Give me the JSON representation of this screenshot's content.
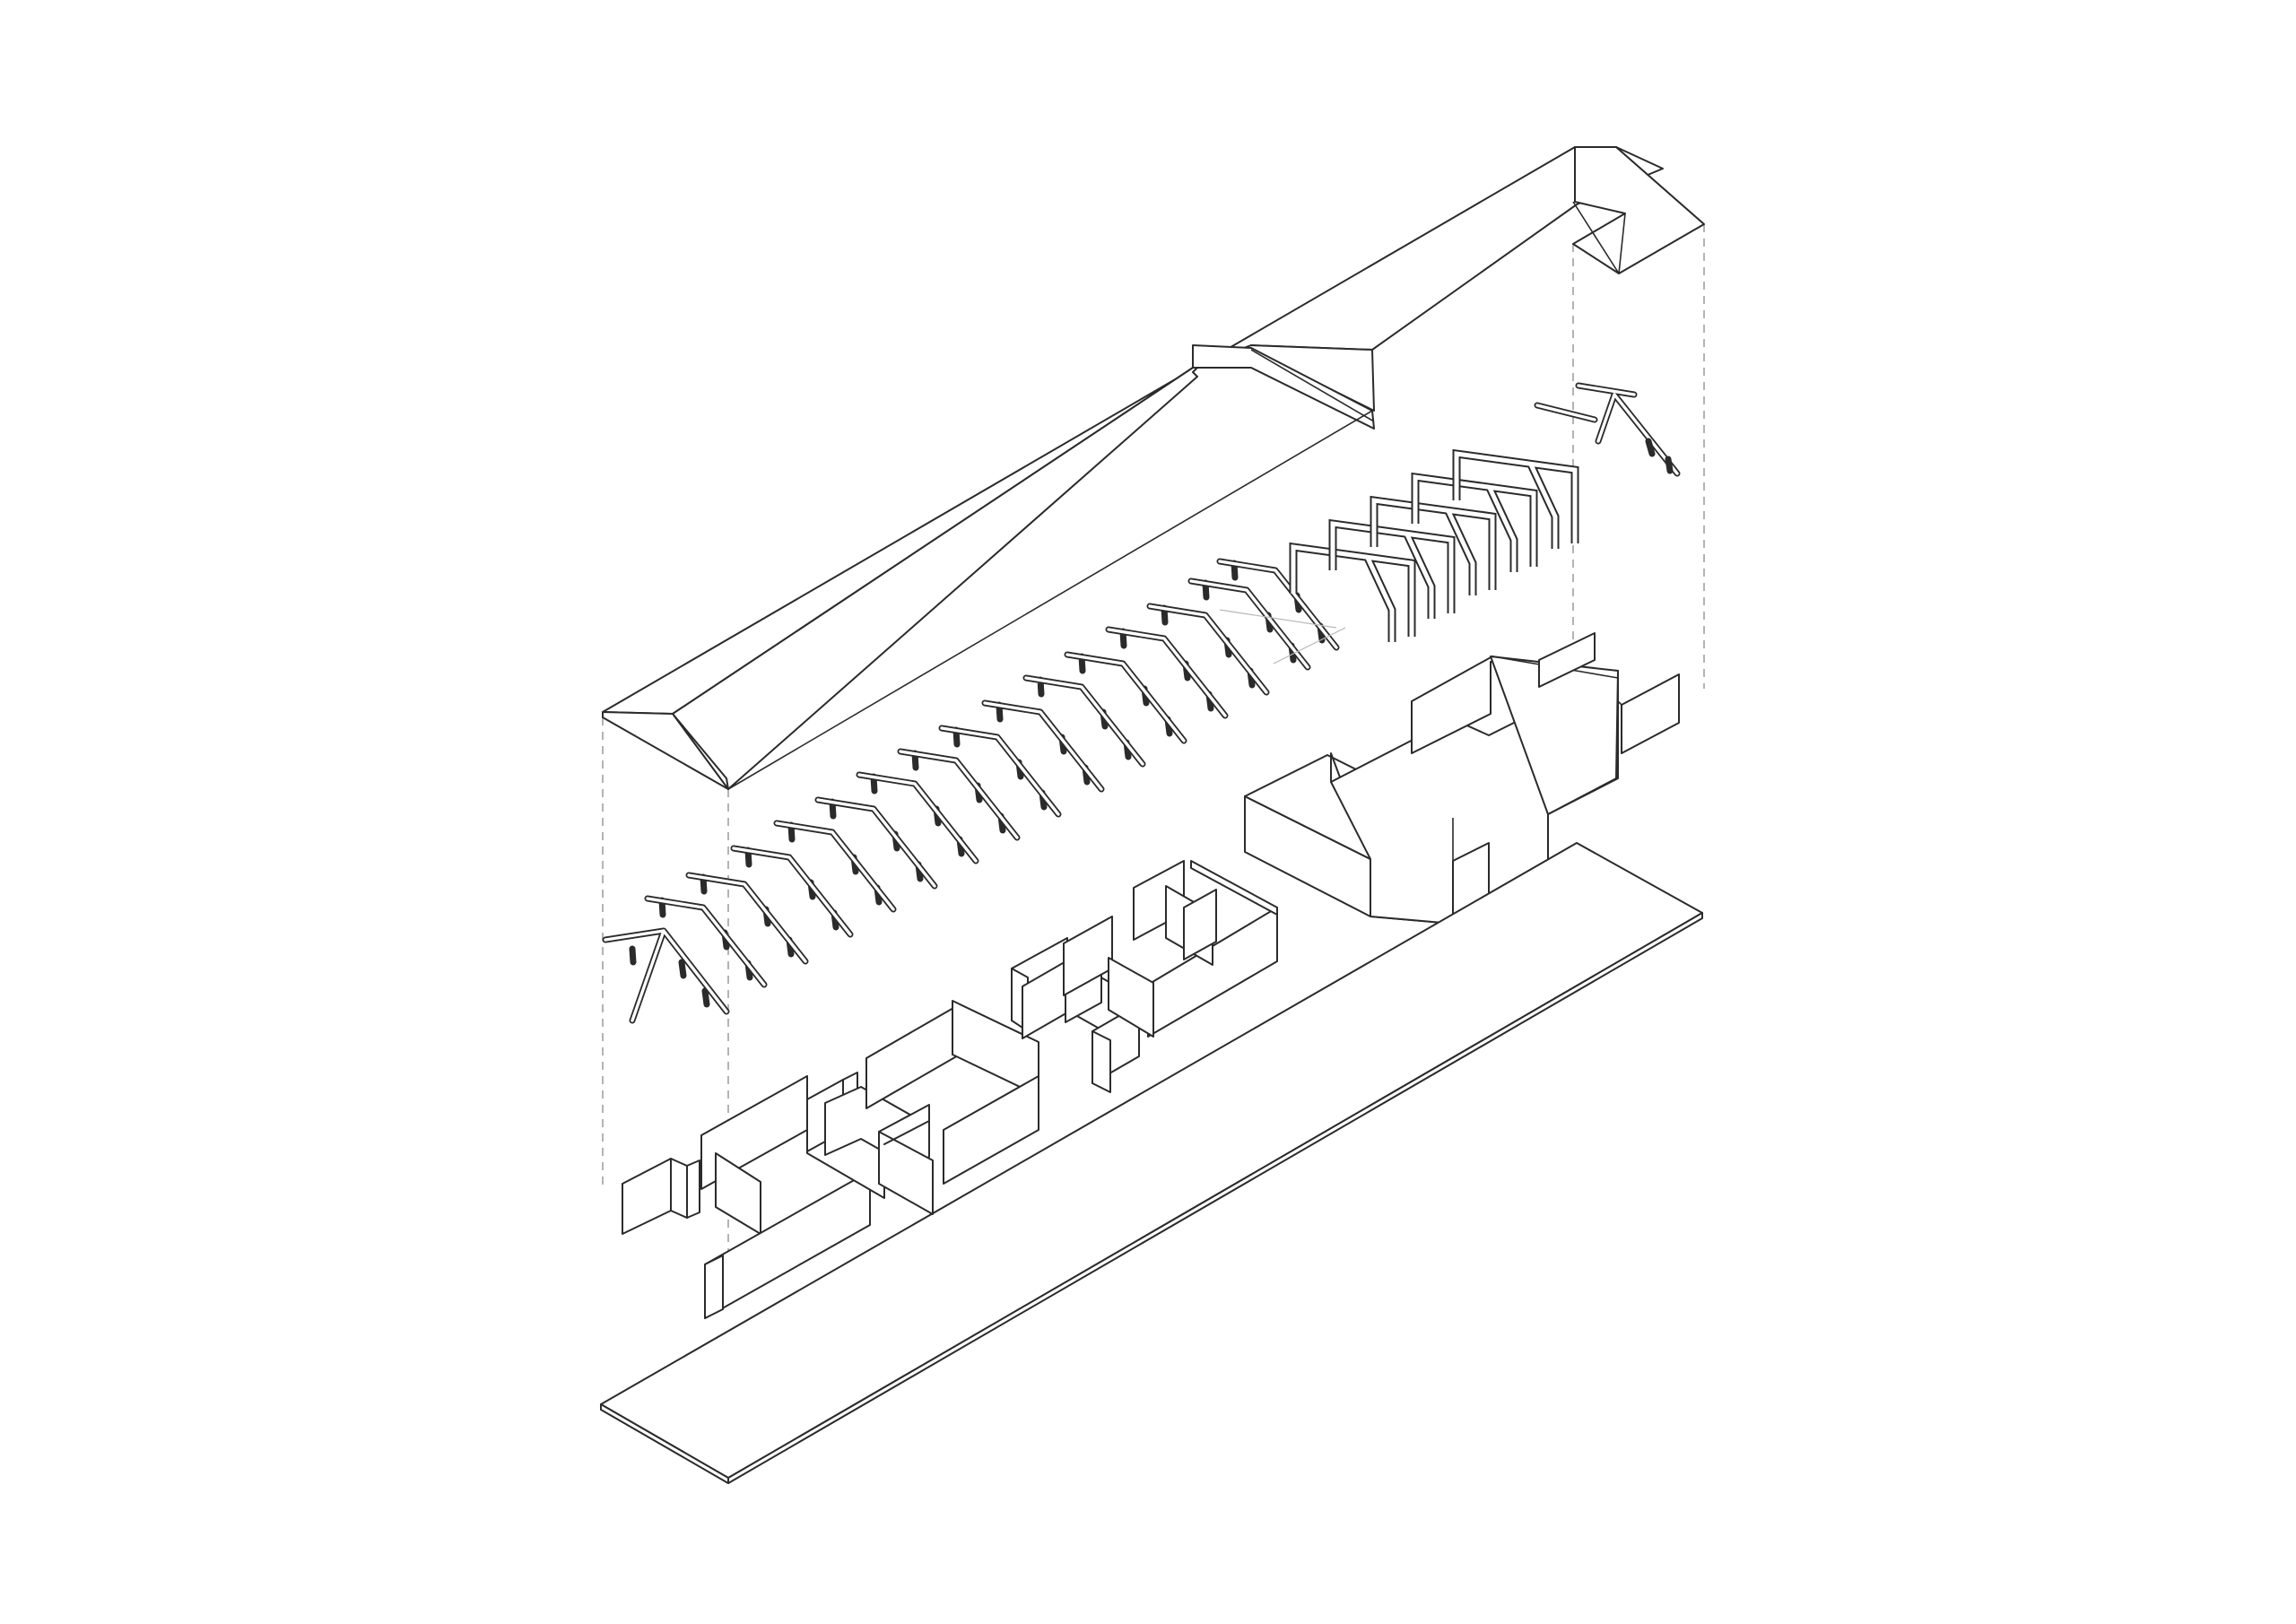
{
  "diagram": {
    "kind": "exploded axonometric",
    "components": [
      {
        "id": "roof",
        "icon": "gable-roof-icon"
      },
      {
        "id": "roof-trusses",
        "icon": "timber-truss-icon"
      },
      {
        "id": "portal-frames",
        "icon": "portal-frame-icon"
      },
      {
        "id": "ground-floor-partitions",
        "icon": "partition-walls-icon"
      },
      {
        "id": "hall-enclosure",
        "icon": "volume-icon"
      },
      {
        "id": "floor-slab",
        "icon": "slab-icon"
      }
    ],
    "line_color": "#2b2b2b",
    "guide_color": "#9a9a9a",
    "background": "#ffffff"
  }
}
